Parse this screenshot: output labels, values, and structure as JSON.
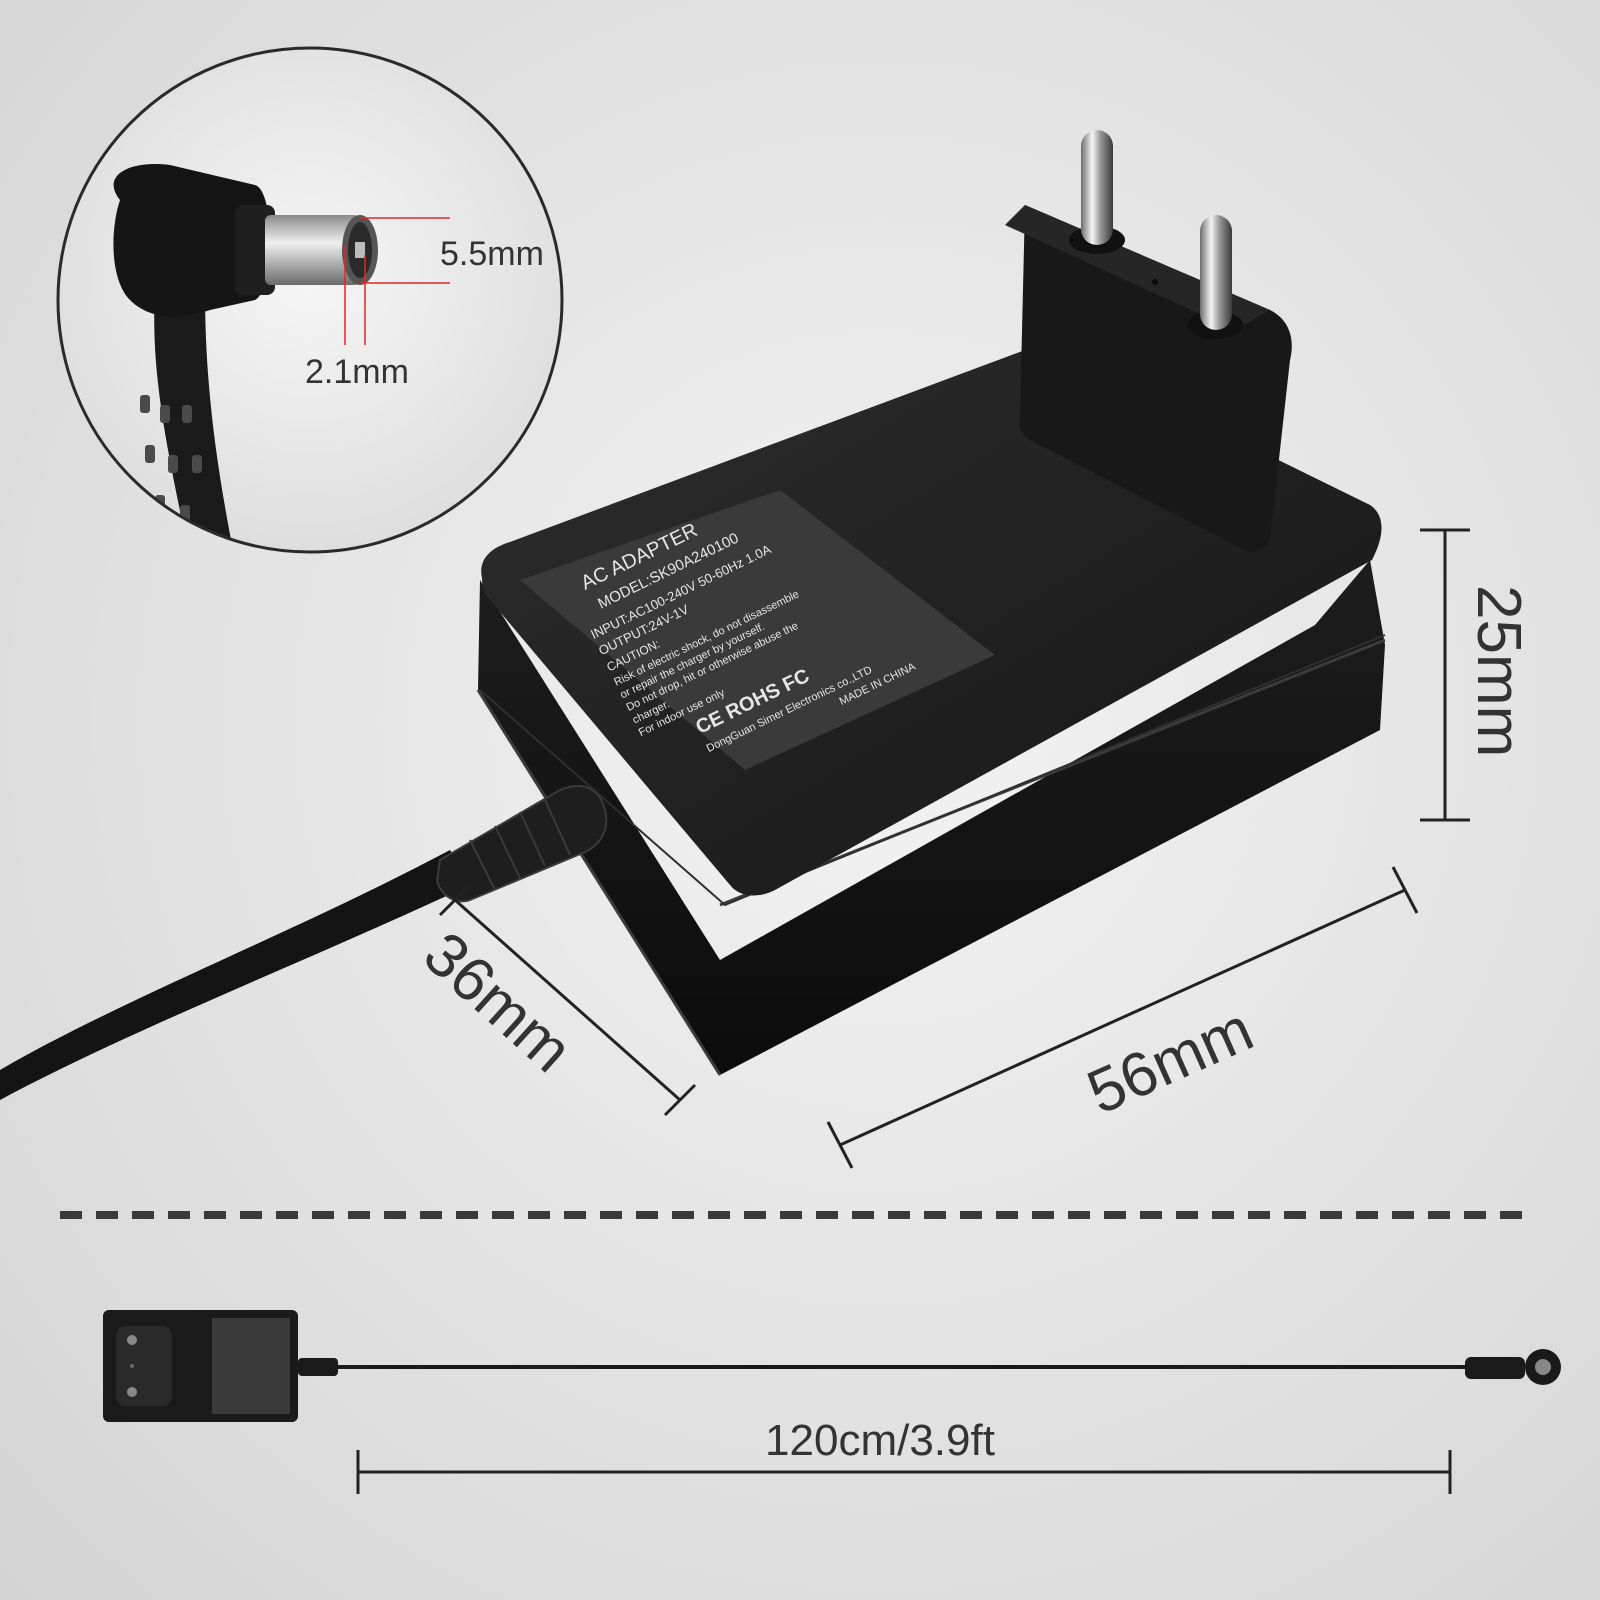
{
  "connector_inset": {
    "outer_diameter": "5.5mm",
    "inner_diameter": "2.1mm"
  },
  "dimensions": {
    "height": "25mm",
    "depth": "36mm",
    "width": "56mm",
    "cable_length": "120cm/3.9ft"
  },
  "label": {
    "title": "AC ADAPTER",
    "model": "MODEL:SK90A240100",
    "input": "INPUT:AC100-240V 50-60Hz 1.0A",
    "output": "OUTPUT:24V-1V",
    "caution": "CAUTION:",
    "line1": "Risk of electric shock, do not disassemble",
    "line2": "or repair the charger by yourself.",
    "line3": "Do not drop, hit or otherwise abuse the",
    "line4": "charger.",
    "line5": "For indoor use only",
    "certs": "CE ROHS FC",
    "manufacturer": "DongGuan Simer Electronics co.,LTD",
    "origin": "MADE IN CHINA"
  },
  "colors": {
    "background": "#e6e6e6",
    "product": "#1c1c1c",
    "label_panel": "#3a3a3a",
    "dimension_lines": "#222222",
    "callout_lines": "#e0282a"
  }
}
